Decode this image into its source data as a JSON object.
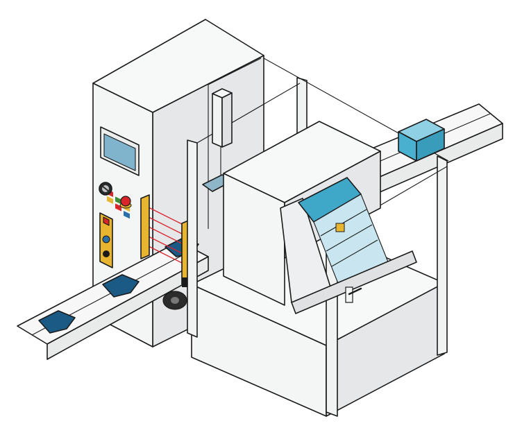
{
  "colors": {
    "outline": "#1a1a1a",
    "panel": "#f4f5f5",
    "panel_shade": "#e6e7e8",
    "conveyor": "#f7f7f7",
    "product": "#1c5a86",
    "box": "#4ab0cf",
    "box_light": "#8fd0e4",
    "glass": "#c9e6f0",
    "light_curtain": "#e8b530",
    "laser_beam": "#d8262b",
    "e_stop": "#d8262b",
    "hmi_screen": "#7fb4cc"
  },
  "components": [
    {
      "name": "control-cabinet",
      "icon": "cabinet"
    },
    {
      "name": "hmi-touch-panel",
      "icon": "display-icon"
    },
    {
      "name": "selector-switch",
      "icon": "key-switch-icon"
    },
    {
      "name": "emergency-stop",
      "icon": "e-stop-icon"
    },
    {
      "name": "two-hand-control",
      "icon": "pushbutton-station-icon"
    },
    {
      "name": "safety-light-curtain",
      "icon": "light-curtain-icon"
    },
    {
      "name": "infeed-conveyor",
      "icon": "conveyor-icon"
    },
    {
      "name": "tilting-packer",
      "icon": "packer-icon"
    },
    {
      "name": "safety-guard-door",
      "icon": "door-handle-icon"
    },
    {
      "name": "outfeed-conveyor",
      "icon": "conveyor-icon"
    },
    {
      "name": "shipping-box",
      "icon": "carton-icon"
    }
  ]
}
